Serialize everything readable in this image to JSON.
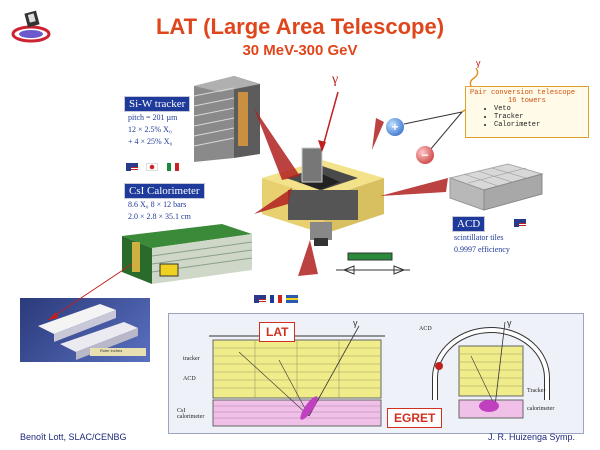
{
  "title": "LAT (Large Area Telescope)",
  "subtitle": "30 MeV-300 GeV",
  "gamma": "γ",
  "tracker": {
    "label": "Si-W tracker",
    "lines": [
      "pitch = 201 µm",
      "12 × 2.5% X₀",
      "+ 4 × 25% X₀"
    ]
  },
  "calorimeter": {
    "label": "CsI Calorimeter",
    "lines": [
      "8.6 X₀     8 × 12 bars",
      "2.0 × 2.8 × 35.1 cm"
    ]
  },
  "acd": {
    "label": "ACD",
    "lines": [
      "scintillator tiles",
      "0.9997 efficiency"
    ]
  },
  "pair_telescope": {
    "title": "Pair conversion telescope",
    "towers": "16 towers",
    "items": [
      "Veto",
      "Tracker",
      "Calorimeter"
    ]
  },
  "charges": {
    "plus": "+",
    "minus": "−"
  },
  "ruler_caption": "Ruler inches",
  "lower_panel": {
    "lat_tag": "LAT",
    "egret_tag": "EGRET",
    "lat_labels": [
      "tracker",
      "ACD",
      "CsI calorimeter"
    ],
    "egret_labels": [
      "ACD",
      "Tracker",
      "calorimeter"
    ]
  },
  "footer": {
    "left": "Benoît Lott, SLAC/CENBG",
    "right": "J. R. Huizenga Symp."
  }
}
